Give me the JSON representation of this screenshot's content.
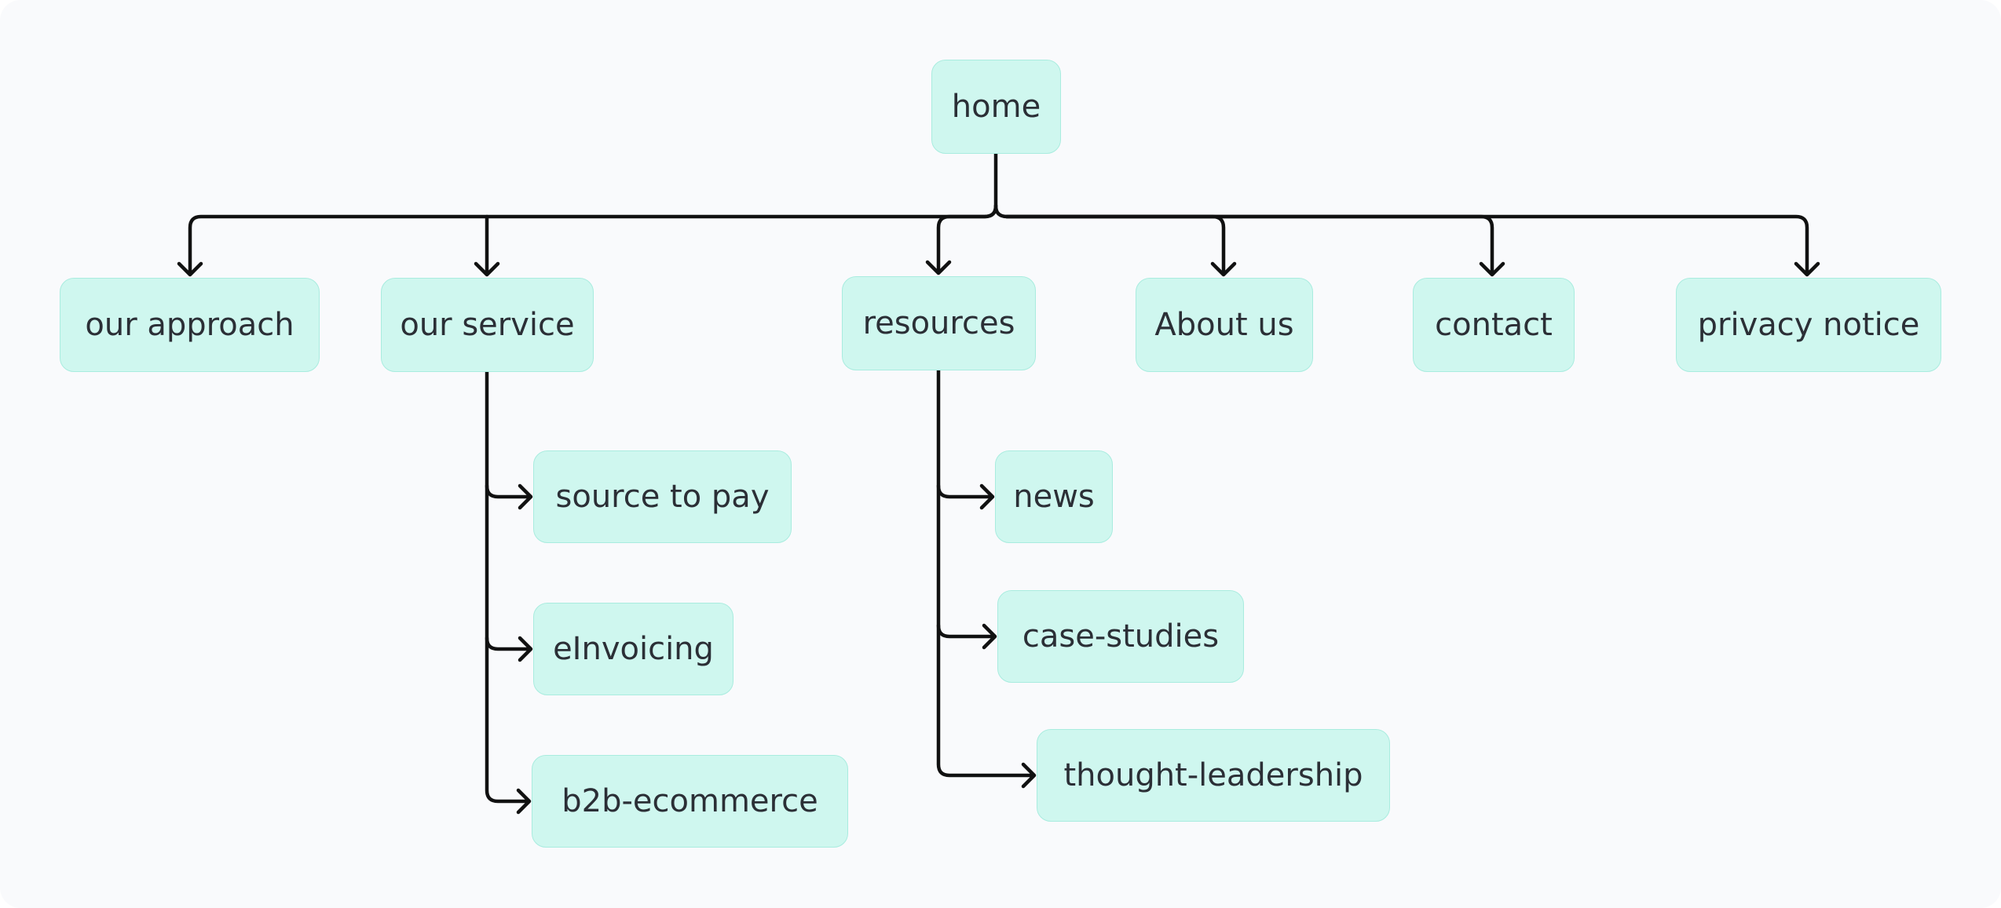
{
  "diagram": {
    "root": {
      "id": "home",
      "label": "home"
    },
    "children": [
      {
        "id": "our-approach",
        "label": "our approach",
        "children": []
      },
      {
        "id": "our-service",
        "label": "our service",
        "children": [
          {
            "id": "source-to-pay",
            "label": "source to pay"
          },
          {
            "id": "einvoicing",
            "label": "eInvoicing"
          },
          {
            "id": "b2b-ecommerce",
            "label": "b2b-ecommerce"
          }
        ]
      },
      {
        "id": "resources",
        "label": "resources",
        "children": [
          {
            "id": "news",
            "label": "news"
          },
          {
            "id": "case-studies",
            "label": "case-studies"
          },
          {
            "id": "thought-leadership",
            "label": "thought-leadership"
          }
        ]
      },
      {
        "id": "about-us",
        "label": "About us",
        "children": []
      },
      {
        "id": "contact",
        "label": "contact",
        "children": []
      },
      {
        "id": "privacy-notice",
        "label": "privacy notice",
        "children": []
      }
    ],
    "colors": {
      "node_fill": "#cff7ef",
      "node_border": "#a9ecdf",
      "text": "#2b2f36",
      "connector": "#111111",
      "background": "#f9fafc"
    }
  }
}
